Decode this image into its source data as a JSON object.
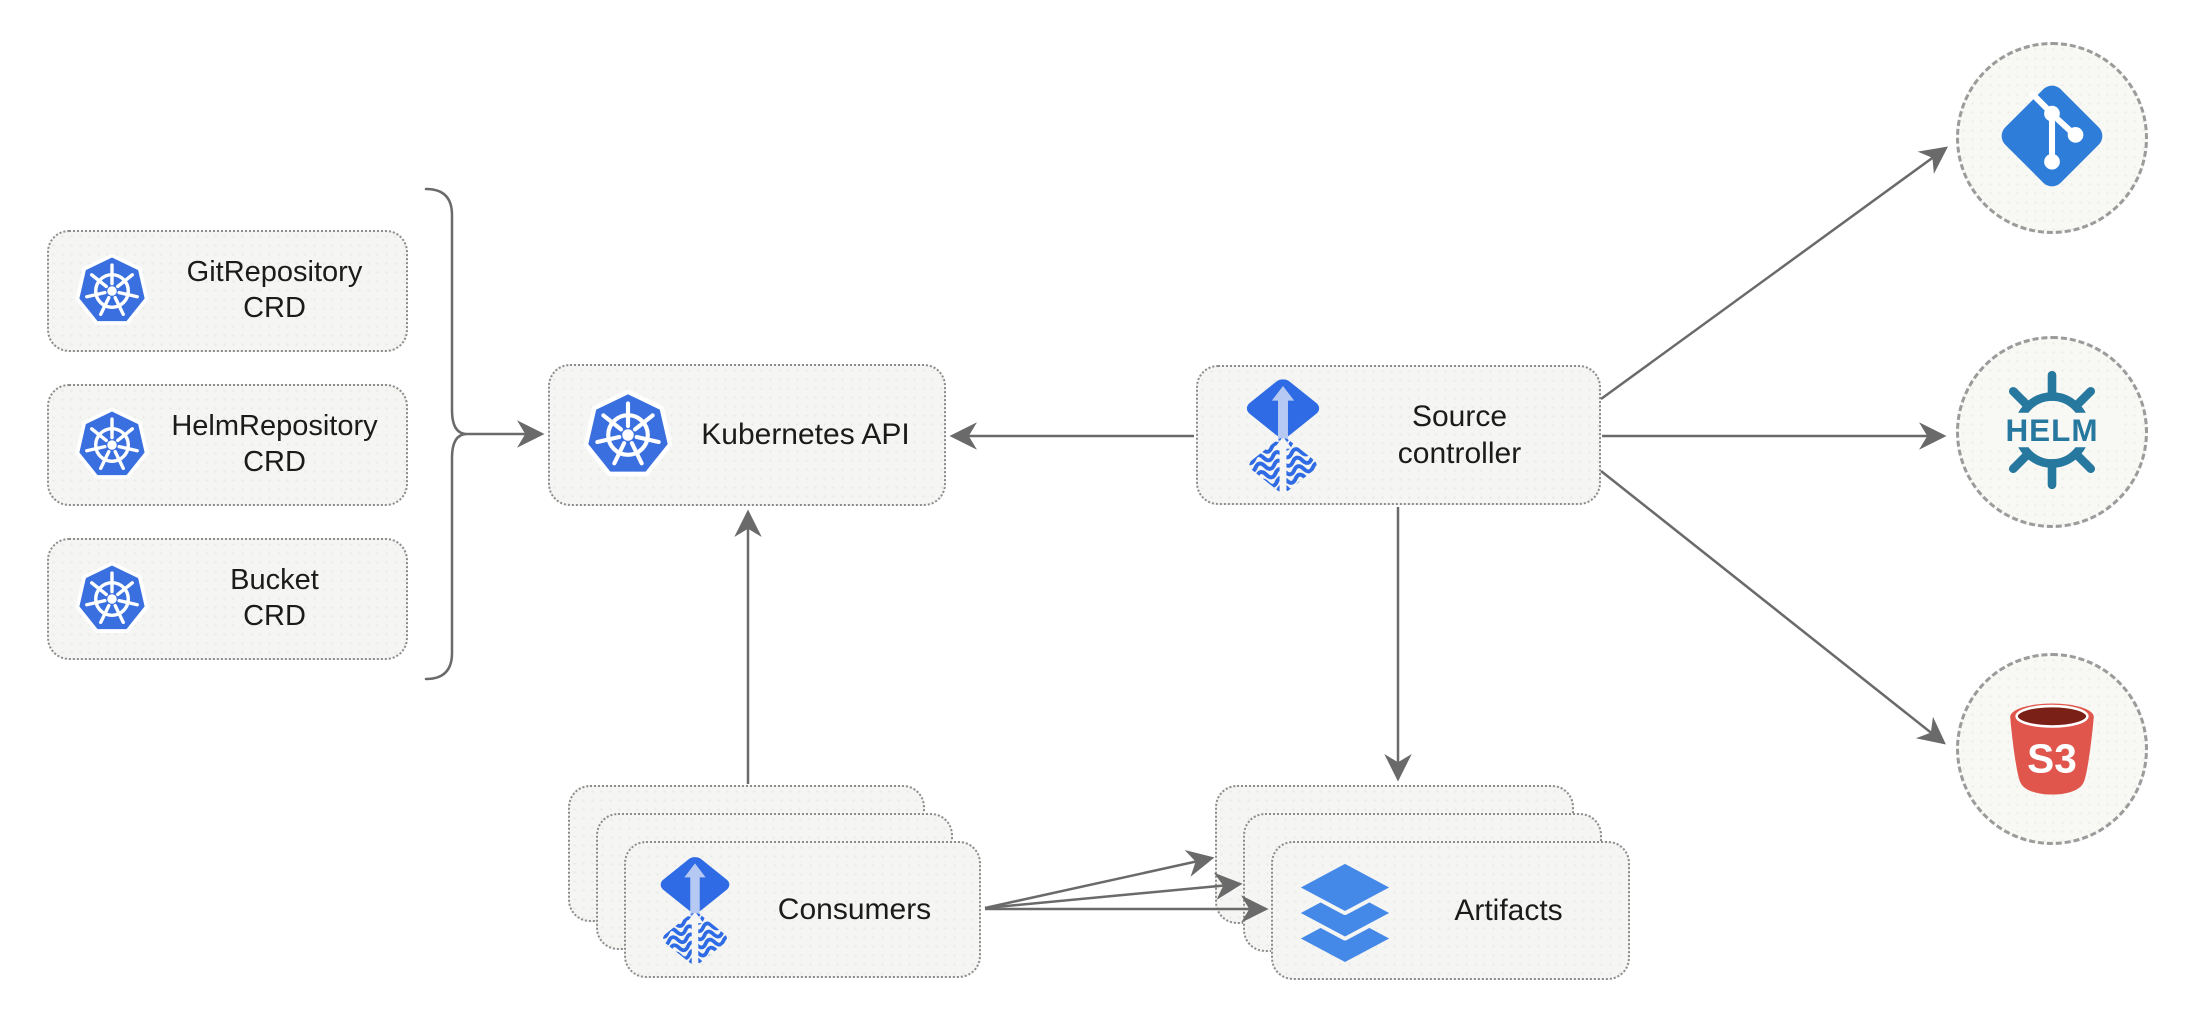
{
  "diagram": {
    "crd_boxes": [
      {
        "label": "GitRepository\nCRD"
      },
      {
        "label": "HelmRepository\nCRD"
      },
      {
        "label": "Bucket\nCRD"
      }
    ],
    "kubernetes_api": {
      "label": "Kubernetes API"
    },
    "source_controller": {
      "label": "Source\ncontroller"
    },
    "consumers": {
      "label": "Consumers"
    },
    "artifacts": {
      "label": "Artifacts"
    },
    "endpoints": {
      "helm": {
        "logo_text": "HELM"
      },
      "s3": {
        "logo_text": "S3"
      }
    },
    "colors": {
      "kubernetes_blue": "#3a6fe0",
      "flux_blue": "#2e6be4",
      "flux_arrow_light": "#b6c9f2",
      "layers_blue": "#4589e8",
      "git_blue": "#2e7ed9",
      "helm_teal": "#27789e",
      "s3_red": "#e0564c",
      "s3_dark_red": "#7b2016",
      "line_gray": "#6a6a6a",
      "box_fill": "#f5f5f3"
    }
  }
}
